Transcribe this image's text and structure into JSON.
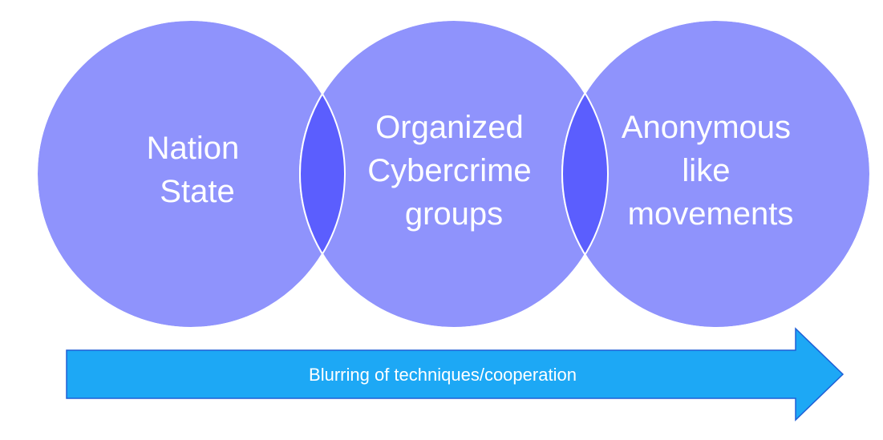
{
  "colors": {
    "circle_fill": "#8f93fc",
    "circle_stroke": "#ffffff",
    "overlap_fill": "#5b5efe",
    "arrow_fill": "#1da8f5",
    "arrow_stroke": "#1f5fd6",
    "text": "#ffffff"
  },
  "circles": [
    {
      "label_lines": [
        "Nation",
        "State"
      ]
    },
    {
      "label_lines": [
        "Organized",
        "Cybercrime",
        "groups"
      ]
    },
    {
      "label_lines": [
        "Anonymous",
        "like",
        "movements"
      ]
    }
  ],
  "arrow": {
    "label": "Blurring of techniques/cooperation"
  }
}
